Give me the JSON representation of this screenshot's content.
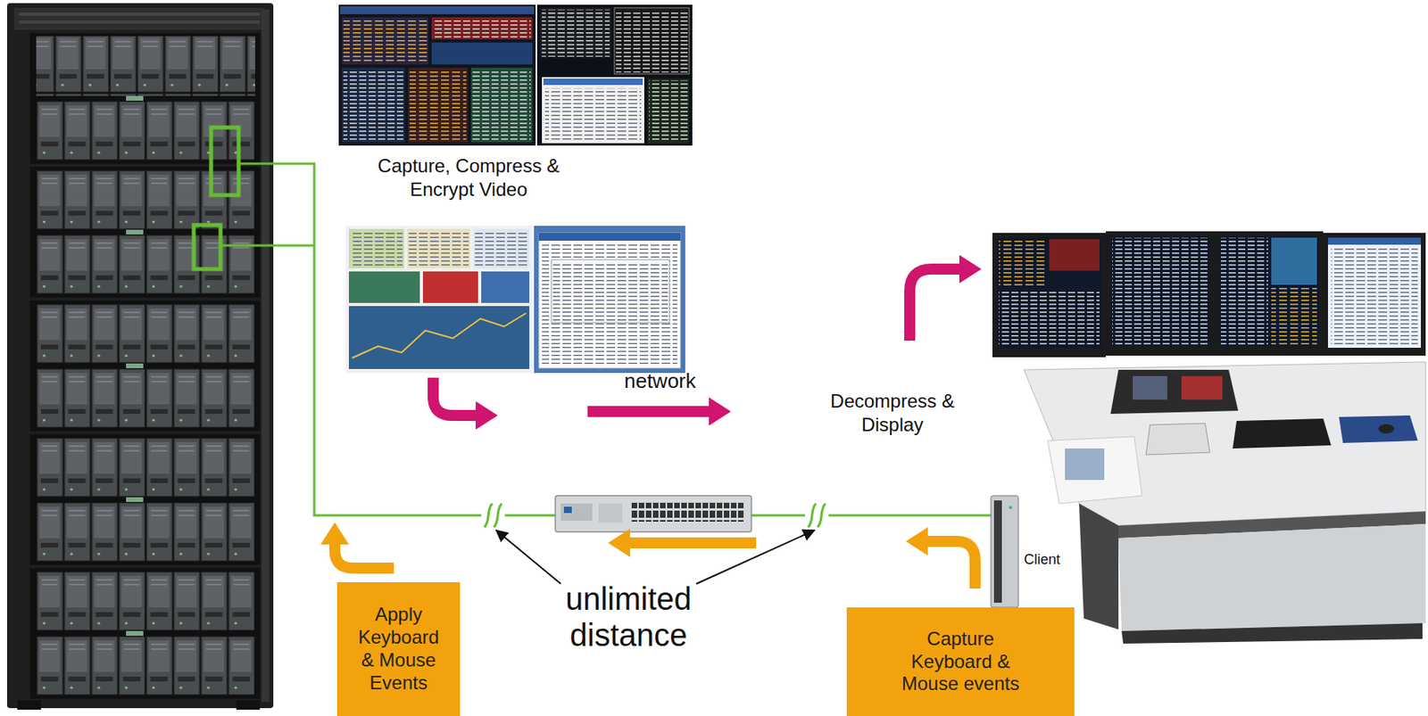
{
  "diagram": {
    "nodes": [
      {
        "text": [
          "Apply Keyboard & Mouse Events"
        ]
      },
      {
        "text": [
          "Capture Keyboard & Mouse events"
        ]
      }
    ],
    "labels": [
      "Capture, Compress & Encrypt Video",
      "network",
      "Decompress & Display",
      "unlimited distance",
      "Client"
    ]
  }
}
